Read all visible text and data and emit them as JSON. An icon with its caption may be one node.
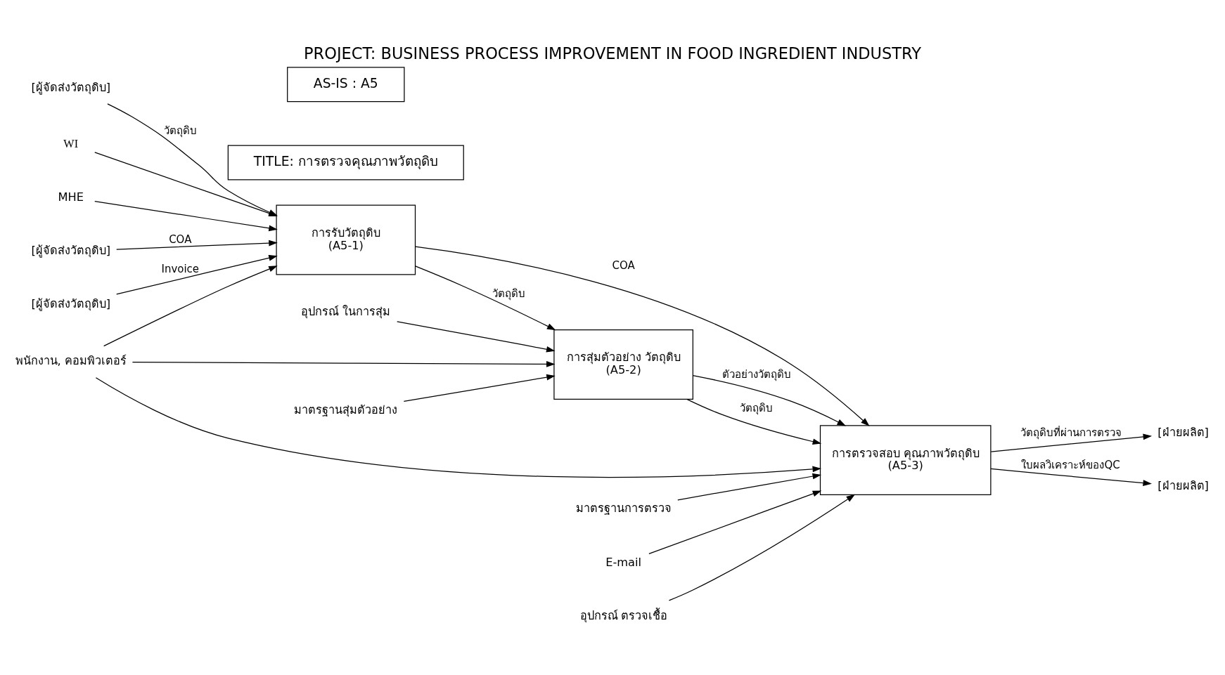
{
  "diagram": {
    "title": "PROJECT: BUSINESS PROCESS IMPROVEMENT IN FOOD INGREDIENT INDUSTRY",
    "nodes": [
      {
        "text": [
          "[ผู้จัดส่งวัตถุดิบ]"
        ]
      },
      {
        "text": [
          "[ผู้จัดส่งวัตถุดิบ]"
        ]
      },
      {
        "text": [
          "[ผู้จัดส่งวัตถุดิบ]"
        ]
      },
      {
        "text": [
          "การรับวัตถุดิบ",
          "(A5-1)"
        ]
      },
      {
        "text": [
          "WI"
        ]
      },
      {
        "text": [
          "MHE"
        ]
      },
      {
        "text": [
          "พนักงาน, คอมพิวเตอร์"
        ]
      },
      {
        "text": [
          "มาตรฐานสุ่มตัวอย่าง"
        ]
      },
      {
        "text": [
          "การสุ่มตัวอย่าง วัตถุดิบ",
          "(A5-2)"
        ]
      },
      {
        "text": [
          "อุปกรณ์ ในการสุ่ม"
        ]
      },
      {
        "text": [
          "มาตรฐานการตรวจ"
        ]
      },
      {
        "text": [
          "การตรวจสอบ คุณภาพวัตถุดิบ",
          "(A5-3)"
        ]
      },
      {
        "text": [
          "E-mail"
        ]
      },
      {
        "text": [
          "อุปกรณ์ ตรวจเชื้อ"
        ]
      },
      {
        "text": [
          "[ฝ่ายผลิต]"
        ]
      },
      {
        "text": [
          "[ฝ่ายผลิต]"
        ]
      }
    ],
    "edges": [
      {
        "from": 0,
        "to": 3,
        "arrow": "to",
        "label": "วัตถุดิบ"
      },
      {
        "from": 1,
        "to": 3,
        "arrow": "to",
        "label": "COA"
      },
      {
        "from": 2,
        "to": 3,
        "arrow": "to",
        "label": "Invoice"
      },
      {
        "from": 4,
        "to": 3,
        "arrow": "to"
      },
      {
        "from": 5,
        "to": 3,
        "arrow": "to"
      },
      {
        "from": 6,
        "to": 3,
        "arrow": "to"
      },
      {
        "from": 6,
        "to": 8,
        "arrow": "to"
      },
      {
        "from": 6,
        "to": 11,
        "arrow": "to"
      },
      {
        "from": 3,
        "to": 8,
        "arrow": "to",
        "label": "วัตถุดิบ"
      },
      {
        "from": 3,
        "to": 11,
        "arrow": "to",
        "label": "COA"
      },
      {
        "from": 7,
        "to": 8,
        "arrow": "to"
      },
      {
        "from": 9,
        "to": 8,
        "arrow": "to"
      },
      {
        "from": 8,
        "to": 11,
        "arrow": "to",
        "label": "วัตถุดิบ"
      },
      {
        "from": 8,
        "to": 11,
        "arrow": "to",
        "label": "ตัวอย่างวัตถุดิบ"
      },
      {
        "from": 10,
        "to": 11,
        "arrow": "to"
      },
      {
        "from": 12,
        "to": 11,
        "arrow": "to"
      },
      {
        "from": 13,
        "to": 11,
        "arrow": "to"
      },
      {
        "from": 11,
        "to": 14,
        "arrow": "to",
        "label": "วัตถุดิบที่ผ่านการตรวจ"
      },
      {
        "from": 11,
        "to": 15,
        "arrow": "to",
        "label": "ใบผลวิเคราะห์ของQC"
      }
    ],
    "labels": [
      "AS-IS : A5",
      "TITLE: การตรวจคุณภาพวัตถุดิบ"
    ]
  }
}
